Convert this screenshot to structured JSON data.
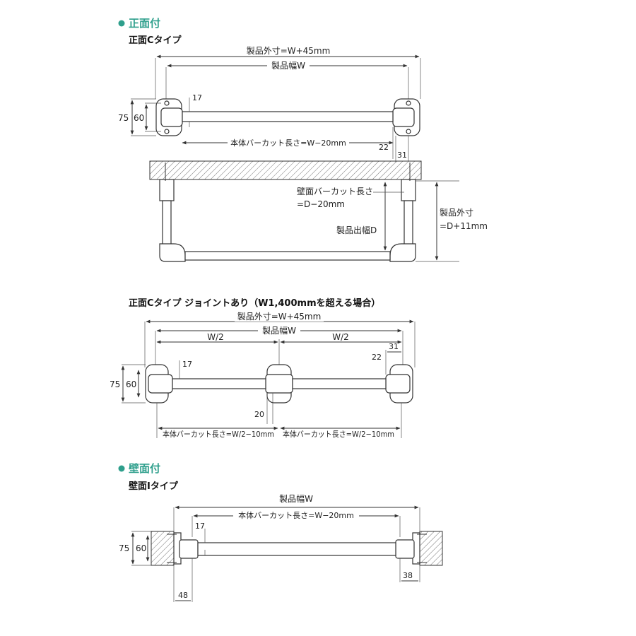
{
  "sections": {
    "front_mount": {
      "heading": "正面付",
      "type_c": {
        "title": "正面Cタイプ",
        "overall_width": "製品外寸=W+45mm",
        "product_width": "製品幅W",
        "dim_17": "17",
        "dim_75": "75",
        "dim_60": "60",
        "bar_cut": "本体バーカット長さ=W−20mm",
        "dim_22": "22",
        "dim_31": "31",
        "wall_bar_cut_1": "壁面バーカット長さ",
        "wall_bar_cut_2": "=D−20mm",
        "product_depth": "製品出幅D",
        "outer_depth_1": "製品外寸",
        "outer_depth_2": "=D+11mm"
      },
      "type_c_joint": {
        "title": "正面Cタイプ ジョイントあり（W1,400mmを超える場合）",
        "overall_width": "製品外寸=W+45mm",
        "product_width": "製品幅W",
        "half_left": "W/2",
        "half_right": "W/2",
        "dim_31": "31",
        "dim_22": "22",
        "dim_17": "17",
        "dim_75": "75",
        "dim_60": "60",
        "dim_20": "20",
        "bar_cut_left": "本体バーカット長さ=W/2−10mm",
        "bar_cut_right": "本体バーカット長さ=W/2−10mm"
      }
    },
    "wall_mount": {
      "heading": "壁面付",
      "type_i": {
        "title": "壁面Iタイプ",
        "product_width": "製品幅W",
        "bar_cut": "本体バーカット長さ=W−20mm",
        "dim_17": "17",
        "dim_75": "75",
        "dim_60": "60",
        "dim_48": "48",
        "dim_38": "38"
      }
    }
  },
  "colors": {
    "heading_dot": "#2e9f8c",
    "line": "#333333"
  }
}
